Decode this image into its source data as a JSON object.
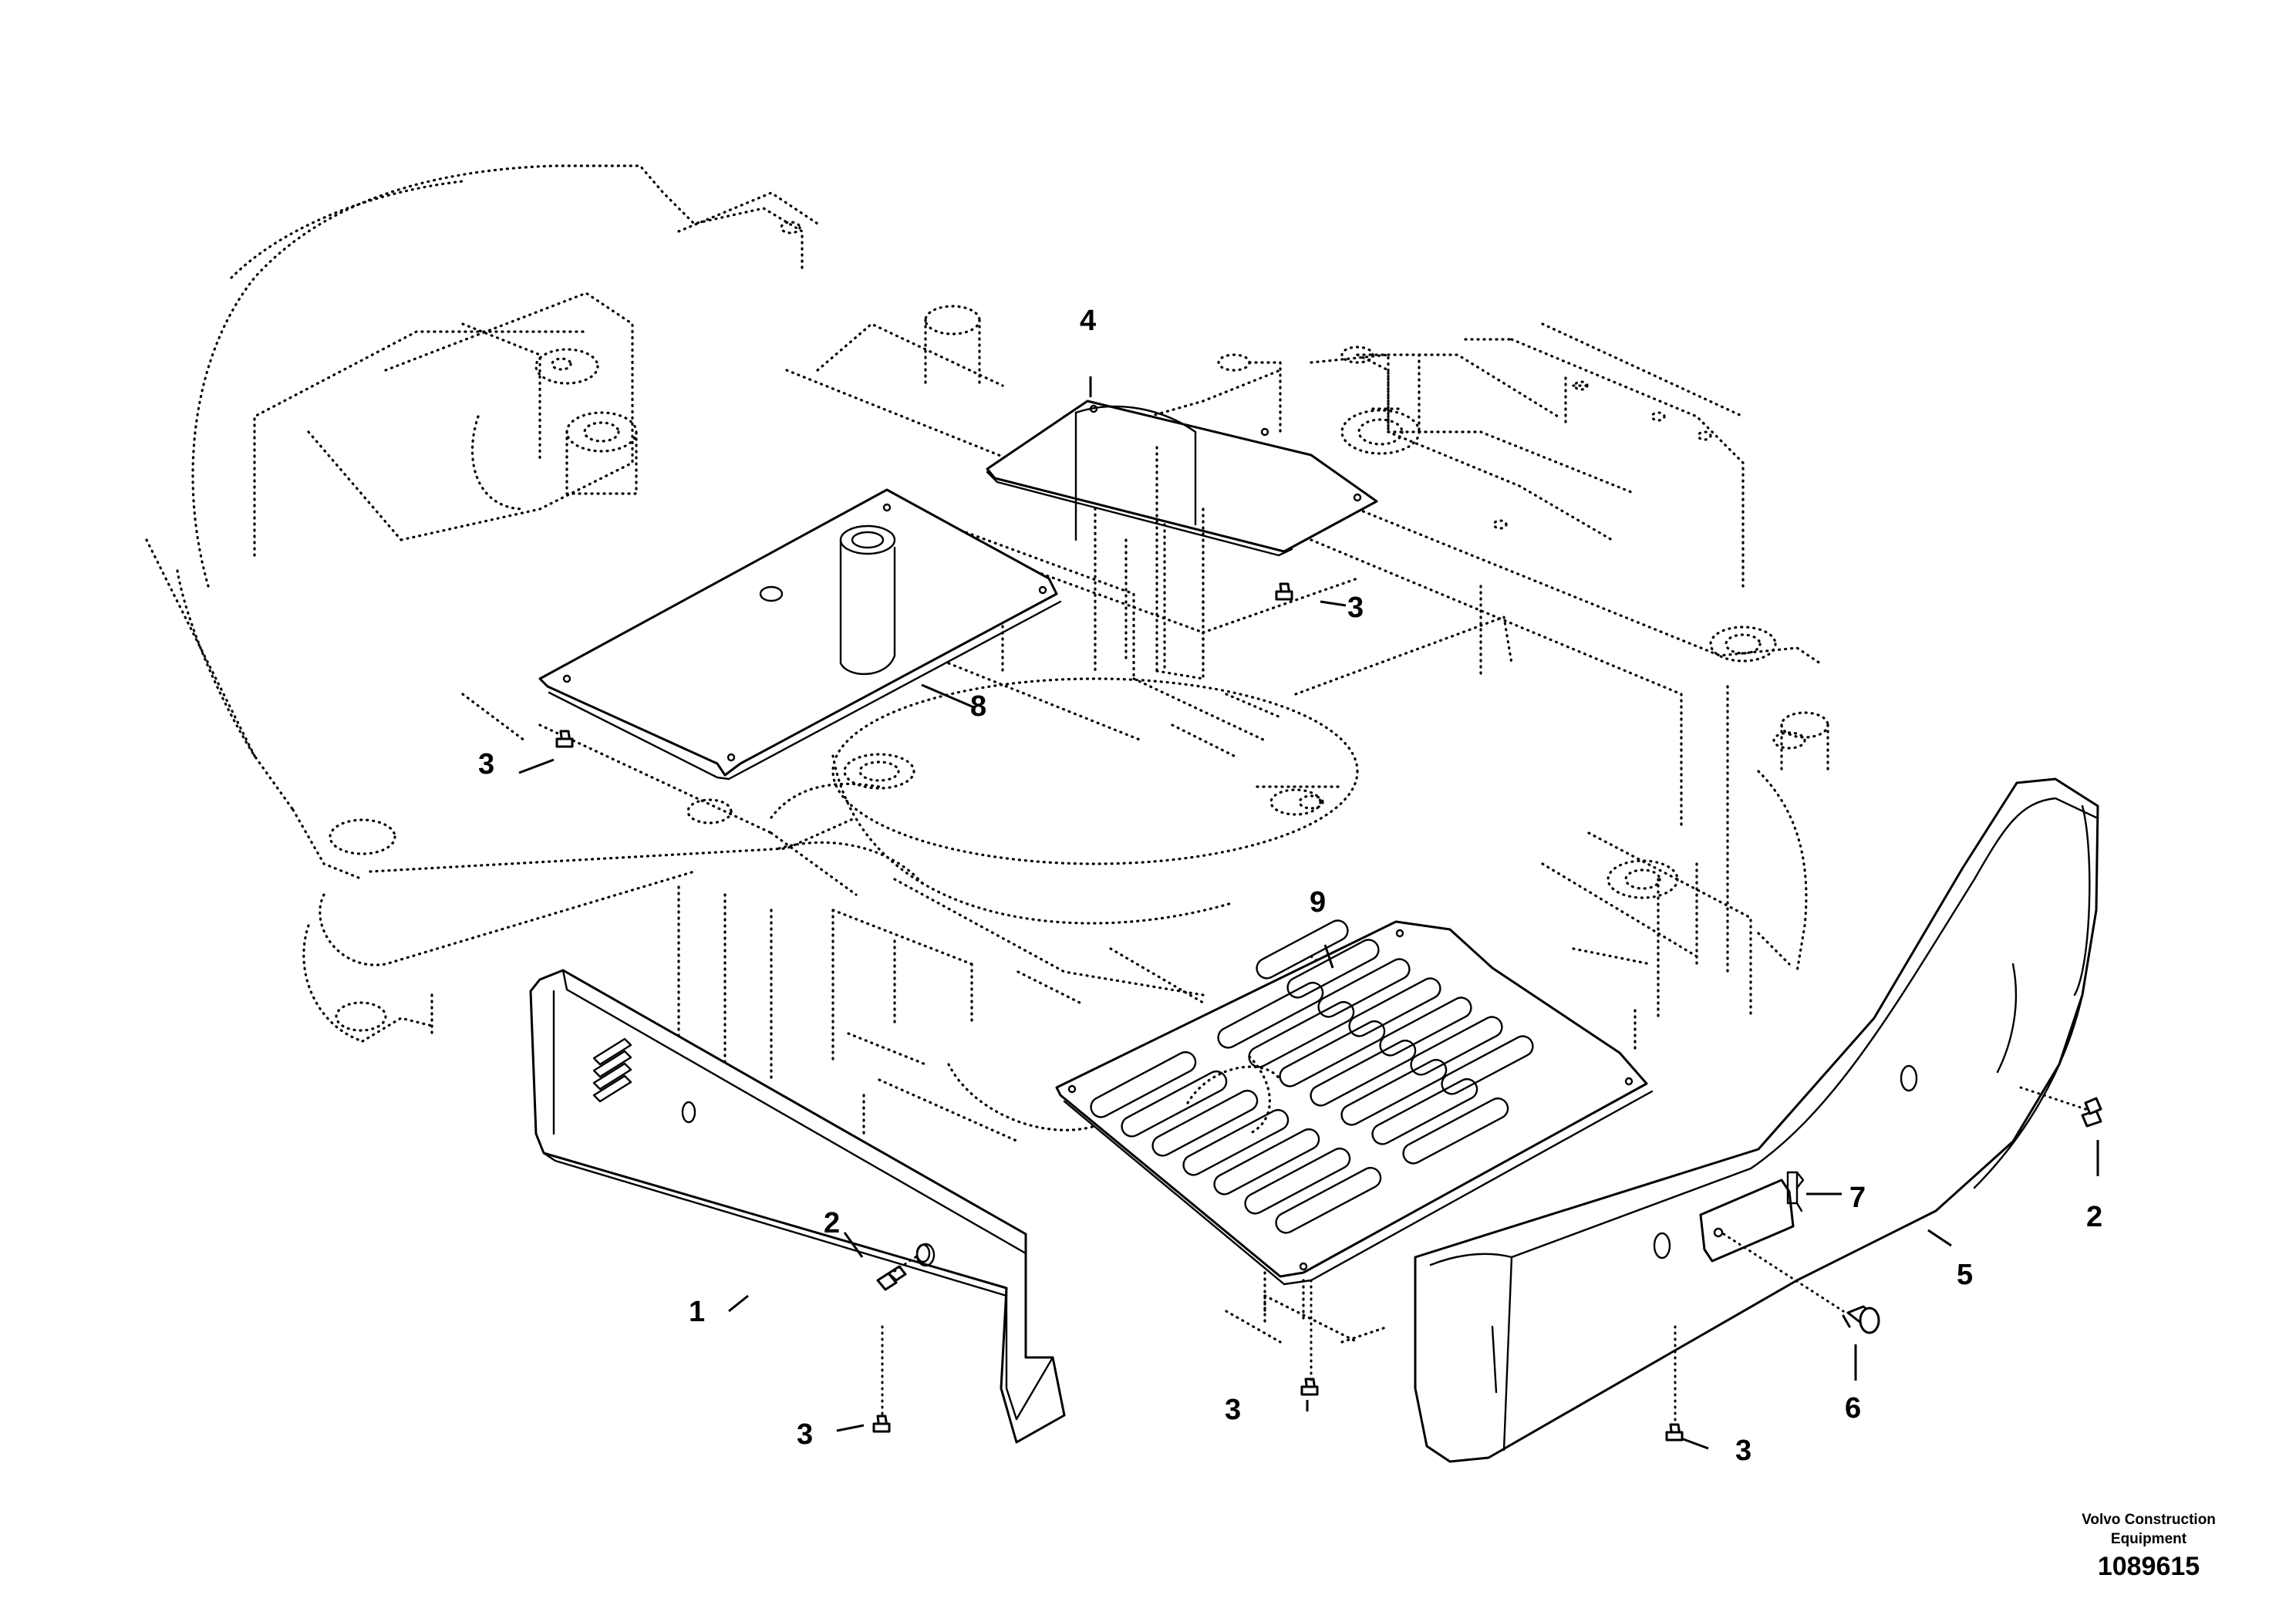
{
  "callouts": {
    "c1": "1",
    "c2a": "2",
    "c2b": "2",
    "c3a": "3",
    "c3b": "3",
    "c3c": "3",
    "c3d": "3",
    "c3e": "3",
    "c4": "4",
    "c5": "5",
    "c6": "6",
    "c7": "7",
    "c8": "8",
    "c9": "9"
  },
  "footer": {
    "maker_line1": "Volvo Construction",
    "maker_line2": "Equipment",
    "drawing_number": "1089615"
  }
}
